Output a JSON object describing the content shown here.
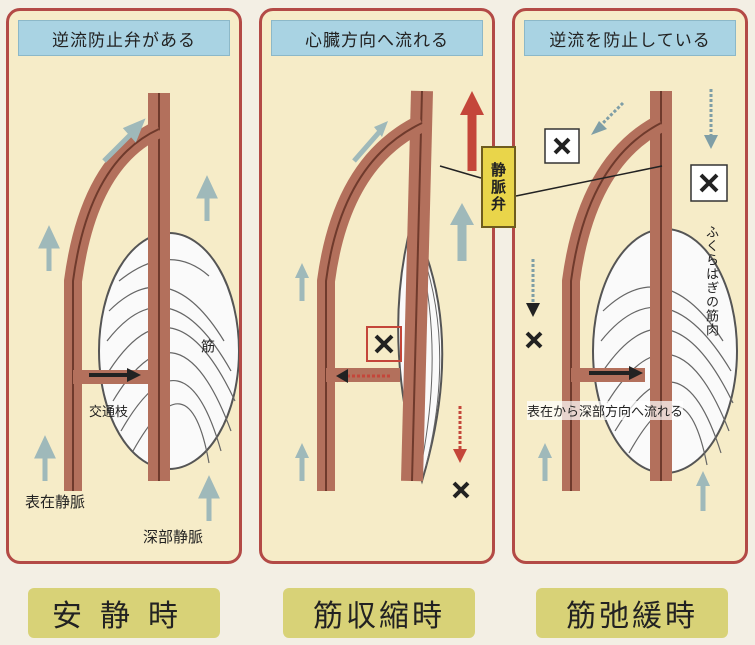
{
  "panels": [
    {
      "header": "逆流防止弁がある",
      "labels": {
        "muscle": "筋",
        "communicating": "交通枝",
        "superficial": "表在静脈",
        "deep": "深部静脈"
      },
      "footer": "安静時"
    },
    {
      "header": "心臓方向へ流れる",
      "footer": "筋収縮時"
    },
    {
      "header": "逆流を防止している",
      "labels": {
        "calf": "ふくらはぎの筋肉",
        "flow": "表在から深部方向へ流れる"
      },
      "footer": "筋弛緩時"
    }
  ],
  "valve_label": "静脈弁",
  "colors": {
    "panel_border": "#b34a46",
    "panel_bg": "#f6ecc8",
    "header_bg": "#a9d3e3",
    "footer_bg": "#d8d277",
    "vein": "#b3705c",
    "arrow_red": "#c4463a",
    "arrow_blue": "#9fb9ba"
  }
}
